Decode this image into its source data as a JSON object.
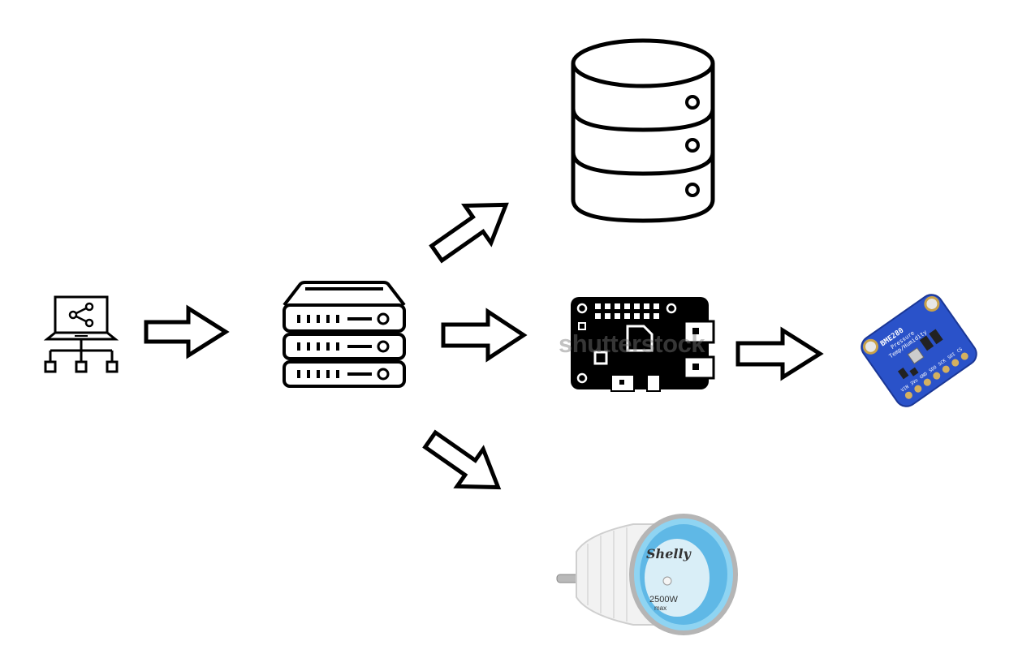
{
  "nodes": [
    {
      "id": "network-laptop",
      "icon": "laptop-network-icon"
    },
    {
      "id": "server",
      "icon": "server-rack-icon"
    },
    {
      "id": "database",
      "icon": "database-icon"
    },
    {
      "id": "microcontroller-board",
      "icon": "pcb-board-icon"
    },
    {
      "id": "bme280-sensor",
      "icon": "sensor-board-icon"
    },
    {
      "id": "shelly-plug",
      "icon": "smart-plug-icon"
    }
  ],
  "edges": [
    {
      "from": "network-laptop",
      "to": "server"
    },
    {
      "from": "server",
      "to": "database"
    },
    {
      "from": "server",
      "to": "microcontroller-board"
    },
    {
      "from": "server",
      "to": "shelly-plug"
    },
    {
      "from": "microcontroller-board",
      "to": "bme280-sensor"
    }
  ],
  "watermark": "shutterstock",
  "sensor_labels": {
    "chip": "BME280",
    "line1": "Pressure",
    "line2": "Temp/Humidity",
    "pins_top": [
      "CS",
      "SDI",
      "SCK",
      "SDO",
      "GND",
      "3Vo",
      "VIN"
    ]
  },
  "plug_labels": {
    "brand": "Shelly",
    "rating": "2500W",
    "rating_sub": "max"
  },
  "colors": {
    "outline": "#000000",
    "sensor_board": "#2a52c9",
    "plug_ring": "#5fb8e6"
  }
}
